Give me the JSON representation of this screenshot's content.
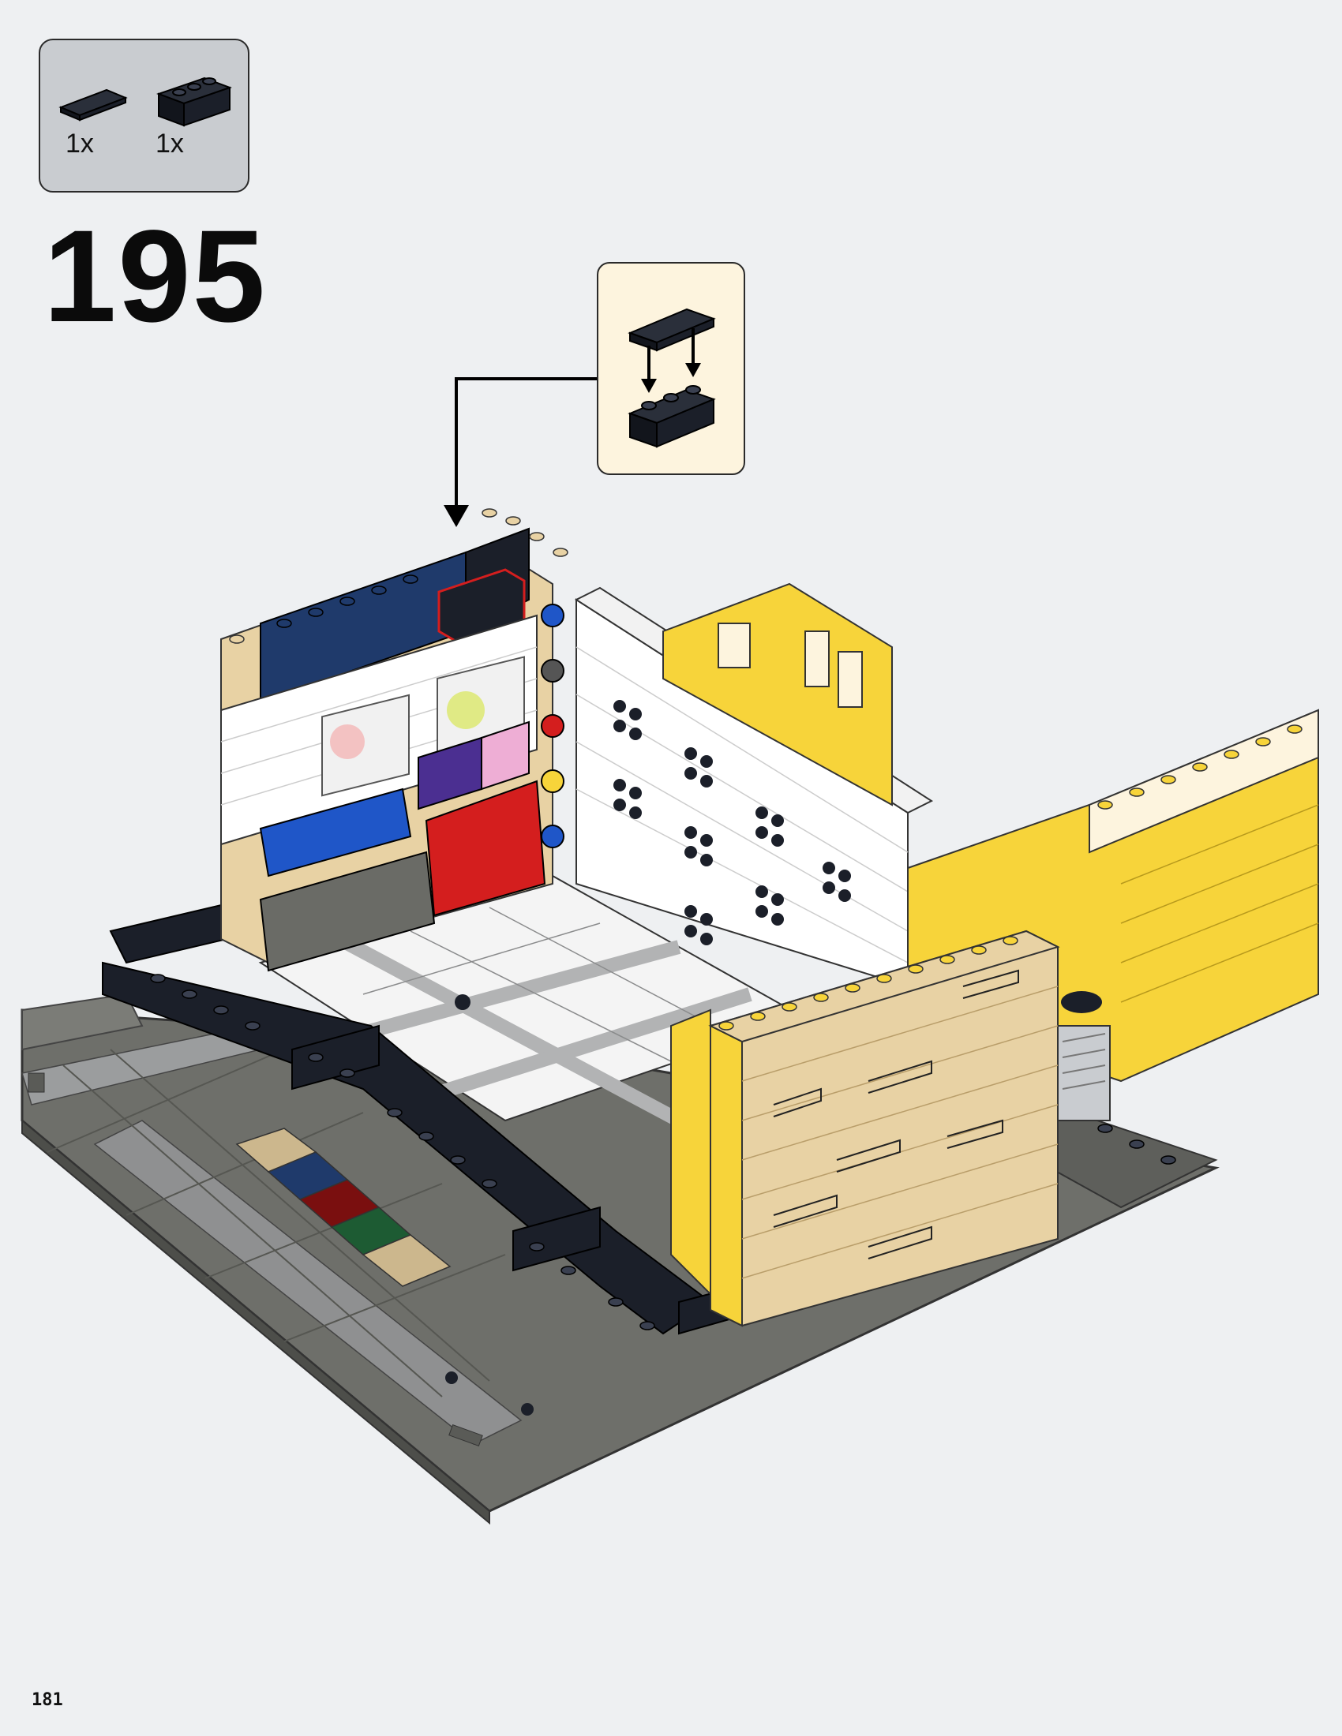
{
  "page": {
    "number": "181",
    "background": "#eef0f2"
  },
  "step": {
    "number": "195"
  },
  "parts_list": {
    "background": "#c9ccd0",
    "items": [
      {
        "icon": "black-tile-1x4-icon",
        "color": "#1b1f29",
        "quantity": "1x"
      },
      {
        "icon": "black-brick-1x3-icon",
        "color": "#1b1f29",
        "quantity": "1x"
      }
    ]
  },
  "callout": {
    "background": "#fdf4de",
    "icon": "tile-onto-brick-subassembly-icon"
  },
  "colors": {
    "tan": "#e8d2a4",
    "yellow": "#f7d43a",
    "white": "#ffffff",
    "navy": "#1f3a6b",
    "blue": "#1f56c8",
    "red": "#d41e1e",
    "purple": "#4b2f91",
    "pink": "#eeaed5",
    "dark_gray": "#6a6b66",
    "light_gray": "#a8aaac",
    "black": "#1b1f29"
  }
}
